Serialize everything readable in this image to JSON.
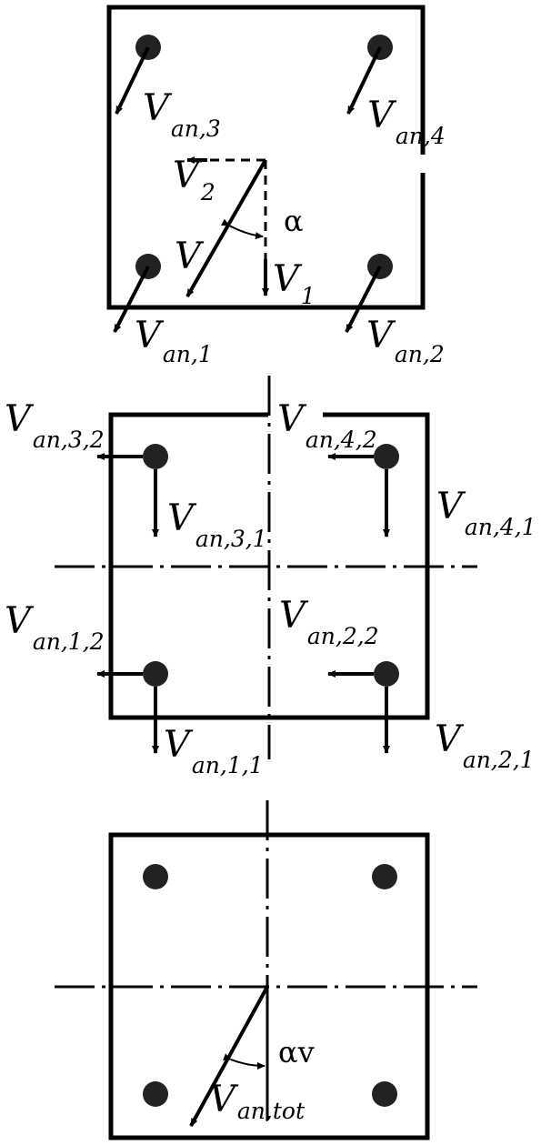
{
  "panel_1": {
    "labels": {
      "v_an_3_main": "V",
      "v_an_3_sub": "an,3",
      "v_an_4_main": "V",
      "v_an_4_sub": "an,4",
      "v2_main": "V",
      "v2_sub": "2",
      "alpha": "α",
      "v_main": "V",
      "v1_main": "V",
      "v1_sub": "1",
      "v_an_1_main": "V",
      "v_an_1_sub": "an,1",
      "v_an_2_main": "V",
      "v_an_2_sub": "an,2"
    }
  },
  "panel_2": {
    "labels": {
      "v_an_3_2_main": "V",
      "v_an_3_2_sub": "an,3,2",
      "v_an_4_2_main": "V",
      "v_an_4_2_sub": "an,4,2",
      "v_an_3_1_main": "V",
      "v_an_3_1_sub": "an,3,1",
      "v_an_4_1_main": "V",
      "v_an_4_1_sub": "an,4,1",
      "v_an_1_2_main": "V",
      "v_an_1_2_sub": "an,1,2",
      "v_an_2_2_main": "V",
      "v_an_2_2_sub": "an,2,2",
      "v_an_1_1_main": "V",
      "v_an_1_1_sub": "an,1,1",
      "v_an_2_1_main": "V",
      "v_an_2_1_sub": "an,2,1"
    }
  },
  "panel_3": {
    "labels": {
      "alpha_v": "αv",
      "v_an_tot_main": "V",
      "v_an_tot_sub": "an,tot"
    }
  }
}
